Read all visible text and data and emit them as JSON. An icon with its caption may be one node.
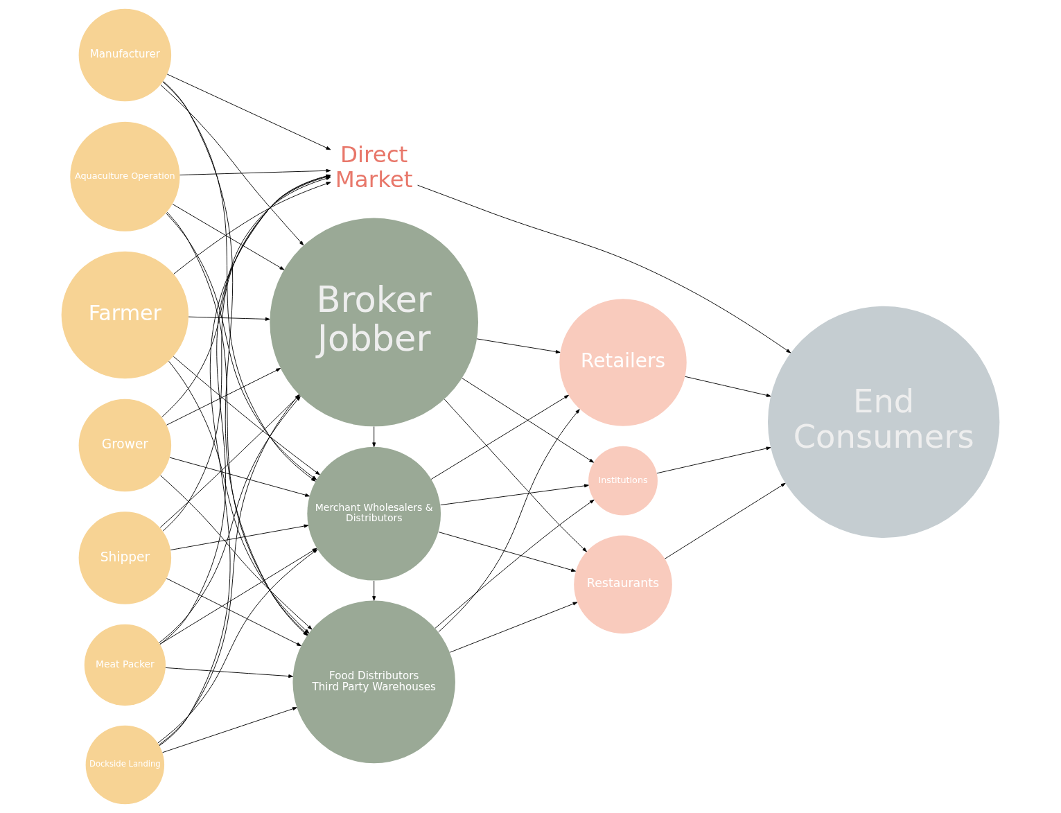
{
  "diagram": {
    "nodes": [
      {
        "text": [
          "Dockside Landing"
        ]
      },
      {
        "text": [
          "Manufacturer"
        ]
      },
      {
        "text": [
          "Aquaculture Operation"
        ]
      },
      {
        "text": [
          "Farmer"
        ]
      },
      {
        "text": [
          "Grower"
        ]
      },
      {
        "text": [
          "Shipper"
        ]
      },
      {
        "text": [
          "Meat Packer"
        ]
      },
      {
        "text": [
          "Food Distributors",
          "Third Party Warehouses"
        ]
      },
      {
        "text": [
          "Merchant Wholesalers & Distributors"
        ]
      },
      {
        "text": [
          "Broker Jobber"
        ]
      },
      {
        "text": [
          "Direct Market"
        ]
      },
      {
        "text": [
          "Retailers"
        ]
      },
      {
        "text": [
          "Institutions"
        ]
      },
      {
        "text": [
          "Restaurants"
        ]
      },
      {
        "text": [
          "End Consumers"
        ]
      }
    ],
    "edges": [
      {
        "from": 0,
        "to": 7,
        "arrow": "to"
      },
      {
        "from": 0,
        "to": 8,
        "arrow": "to"
      },
      {
        "from": 0,
        "to": 9,
        "arrow": "to"
      },
      {
        "from": 0,
        "to": 10,
        "arrow": "to"
      },
      {
        "from": 1,
        "to": 7,
        "arrow": "to"
      },
      {
        "from": 1,
        "to": 8,
        "arrow": "to"
      },
      {
        "from": 1,
        "to": 9,
        "arrow": "to"
      },
      {
        "from": 1,
        "to": 10,
        "arrow": "to"
      },
      {
        "from": 2,
        "to": 7,
        "arrow": "to"
      },
      {
        "from": 2,
        "to": 8,
        "arrow": "to"
      },
      {
        "from": 2,
        "to": 9,
        "arrow": "to"
      },
      {
        "from": 2,
        "to": 10,
        "arrow": "to"
      },
      {
        "from": 3,
        "to": 7,
        "arrow": "to"
      },
      {
        "from": 3,
        "to": 8,
        "arrow": "to"
      },
      {
        "from": 3,
        "to": 9,
        "arrow": "to"
      },
      {
        "from": 3,
        "to": 10,
        "arrow": "to"
      },
      {
        "from": 4,
        "to": 7,
        "arrow": "to"
      },
      {
        "from": 4,
        "to": 8,
        "arrow": "to"
      },
      {
        "from": 4,
        "to": 9,
        "arrow": "to"
      },
      {
        "from": 4,
        "to": 10,
        "arrow": "to"
      },
      {
        "from": 5,
        "to": 7,
        "arrow": "to"
      },
      {
        "from": 5,
        "to": 8,
        "arrow": "to"
      },
      {
        "from": 5,
        "to": 9,
        "arrow": "to"
      },
      {
        "from": 5,
        "to": 10,
        "arrow": "to"
      },
      {
        "from": 6,
        "to": 7,
        "arrow": "to"
      },
      {
        "from": 6,
        "to": 8,
        "arrow": "to"
      },
      {
        "from": 6,
        "to": 9,
        "arrow": "to"
      },
      {
        "from": 6,
        "to": 10,
        "arrow": "to"
      },
      {
        "from": 8,
        "to": 7,
        "arrow": "to"
      },
      {
        "from": 9,
        "to": 8,
        "arrow": "to"
      },
      {
        "from": 7,
        "to": 11,
        "arrow": "to"
      },
      {
        "from": 7,
        "to": 12,
        "arrow": "to"
      },
      {
        "from": 7,
        "to": 13,
        "arrow": "to"
      },
      {
        "from": 8,
        "to": 11,
        "arrow": "to"
      },
      {
        "from": 8,
        "to": 12,
        "arrow": "to"
      },
      {
        "from": 8,
        "to": 13,
        "arrow": "to"
      },
      {
        "from": 9,
        "to": 11,
        "arrow": "to"
      },
      {
        "from": 9,
        "to": 12,
        "arrow": "to"
      },
      {
        "from": 9,
        "to": 13,
        "arrow": "to"
      },
      {
        "from": 11,
        "to": 14,
        "arrow": "to"
      },
      {
        "from": 12,
        "to": 14,
        "arrow": "to"
      },
      {
        "from": 13,
        "to": 14,
        "arrow": "to"
      },
      {
        "from": 10,
        "to": 14,
        "arrow": "to"
      }
    ]
  }
}
